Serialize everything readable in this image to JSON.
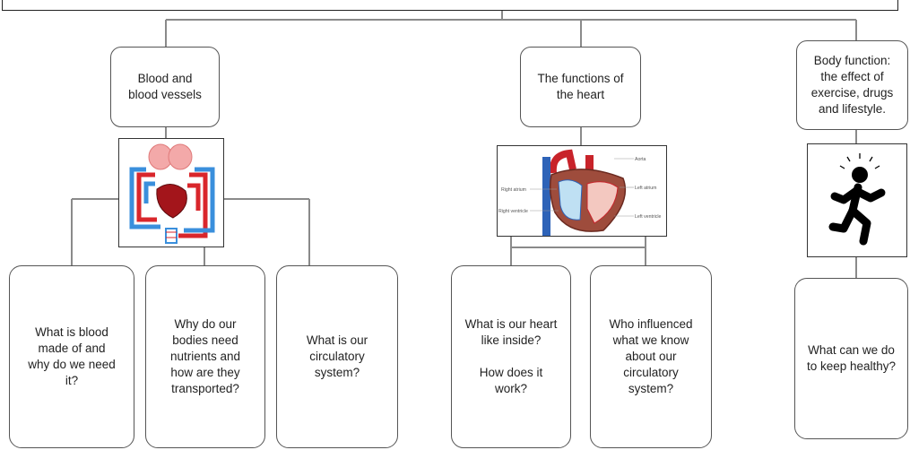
{
  "branches": [
    {
      "title": "Blood and\nblood vessels",
      "image_icon": "circulatory-system-diagram-icon",
      "questions": [
        "What is blood\nmade of and\nwhy do we need\nit?",
        "Why do our\nbodies need\nnutrients and\nhow are they\ntransported?",
        "What is our\ncirculatory\nsystem?"
      ]
    },
    {
      "title": "The functions of\nthe heart",
      "image_icon": "heart-anatomy-diagram-icon",
      "image_labels": [
        "Aorta",
        "Right atrium",
        "Left atrium",
        "Right ventricle",
        "Left ventricle"
      ],
      "questions": [
        "What is our heart\nlike inside?\n\nHow does it\nwork?",
        "Who influenced\nwhat we know\nabout our\ncirculatory\nsystem?"
      ]
    },
    {
      "title": "Body function:\nthe effect of\nexercise, drugs\nand lifestyle.",
      "image_icon": "running-person-icon",
      "questions": [
        "What can we do\nto keep healthy?"
      ]
    }
  ],
  "colors": {
    "line": "#8a8a8a",
    "border": "#555555",
    "blood_red": "#d9262b",
    "blood_blue": "#3a8fdc"
  }
}
